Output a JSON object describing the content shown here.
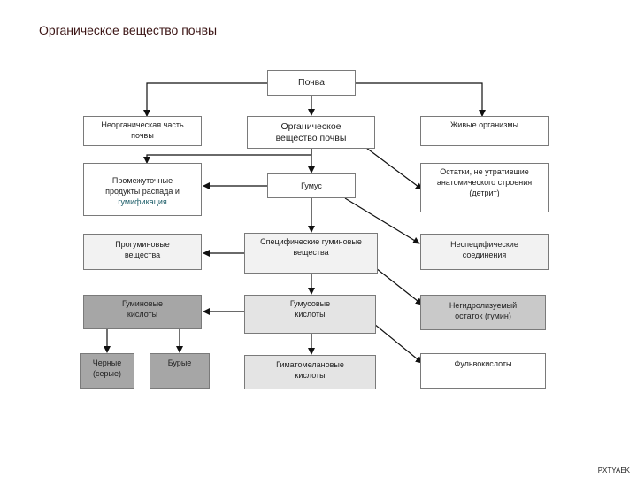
{
  "title": "Органическое вещество почвы",
  "footer": "PXTYAEK",
  "nodes": {
    "soil": "Почва",
    "inorganic": "Неорганическая часть\nпочвы",
    "organic": "Органическое\nвещество почвы",
    "living": "Живые организмы",
    "intermediate_1": "Промежуточные\nпродукты распада и",
    "intermediate_2": "гумификация",
    "humus": "Гумус",
    "residues": "Остатки, не утратившие\nанатомического строения\n(детрит)",
    "prohumic": "Прогуминовые\nвещества",
    "specific_humic": "Специфические гуминовые\nвещества",
    "nonspecific": "Неспецифические\nсоединения",
    "humic_acids": "Гуминовые\nкислоты",
    "humus_acids": "Гумусовые\nкислоты",
    "humin": "Негидролизуемый\nостаток (гумин)",
    "black": "Черные\n(серые)",
    "brown": "Бурые",
    "hymatomelanic": "Гиматомелановые\nкислоты",
    "fulvic": "Фульвокислоты"
  },
  "colors": {
    "title": "#3c1515",
    "border": "#7a7a7a",
    "arrow": "#111111",
    "teal_text": "#1f5f6a"
  }
}
